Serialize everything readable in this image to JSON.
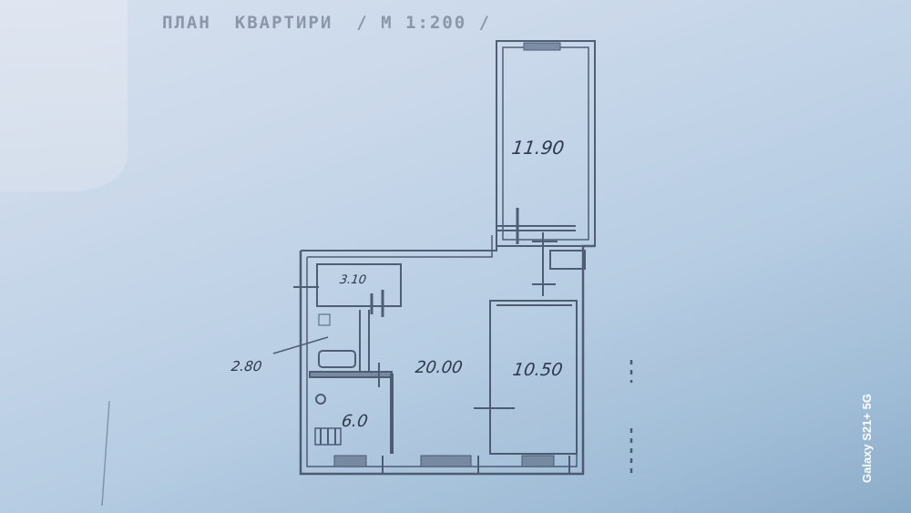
{
  "document": {
    "title_parts": [
      "ПЛАН",
      "КВАРТИРИ",
      "/ М 1:200 /"
    ],
    "scale": "1:200"
  },
  "floor_plan": {
    "rooms": [
      {
        "id": "bedroom-top",
        "area": "11.90"
      },
      {
        "id": "storage",
        "area": "3.10"
      },
      {
        "id": "bathroom",
        "area": "2.80"
      },
      {
        "id": "living-room",
        "area": "20.00"
      },
      {
        "id": "bedroom-right",
        "area": "10.50"
      },
      {
        "id": "kitchen",
        "area": "6.0"
      }
    ],
    "line_color": "#3a4a60",
    "background_color": "#c9d8ea"
  },
  "watermark": {
    "text": "Galaxy S21+ 5G"
  }
}
